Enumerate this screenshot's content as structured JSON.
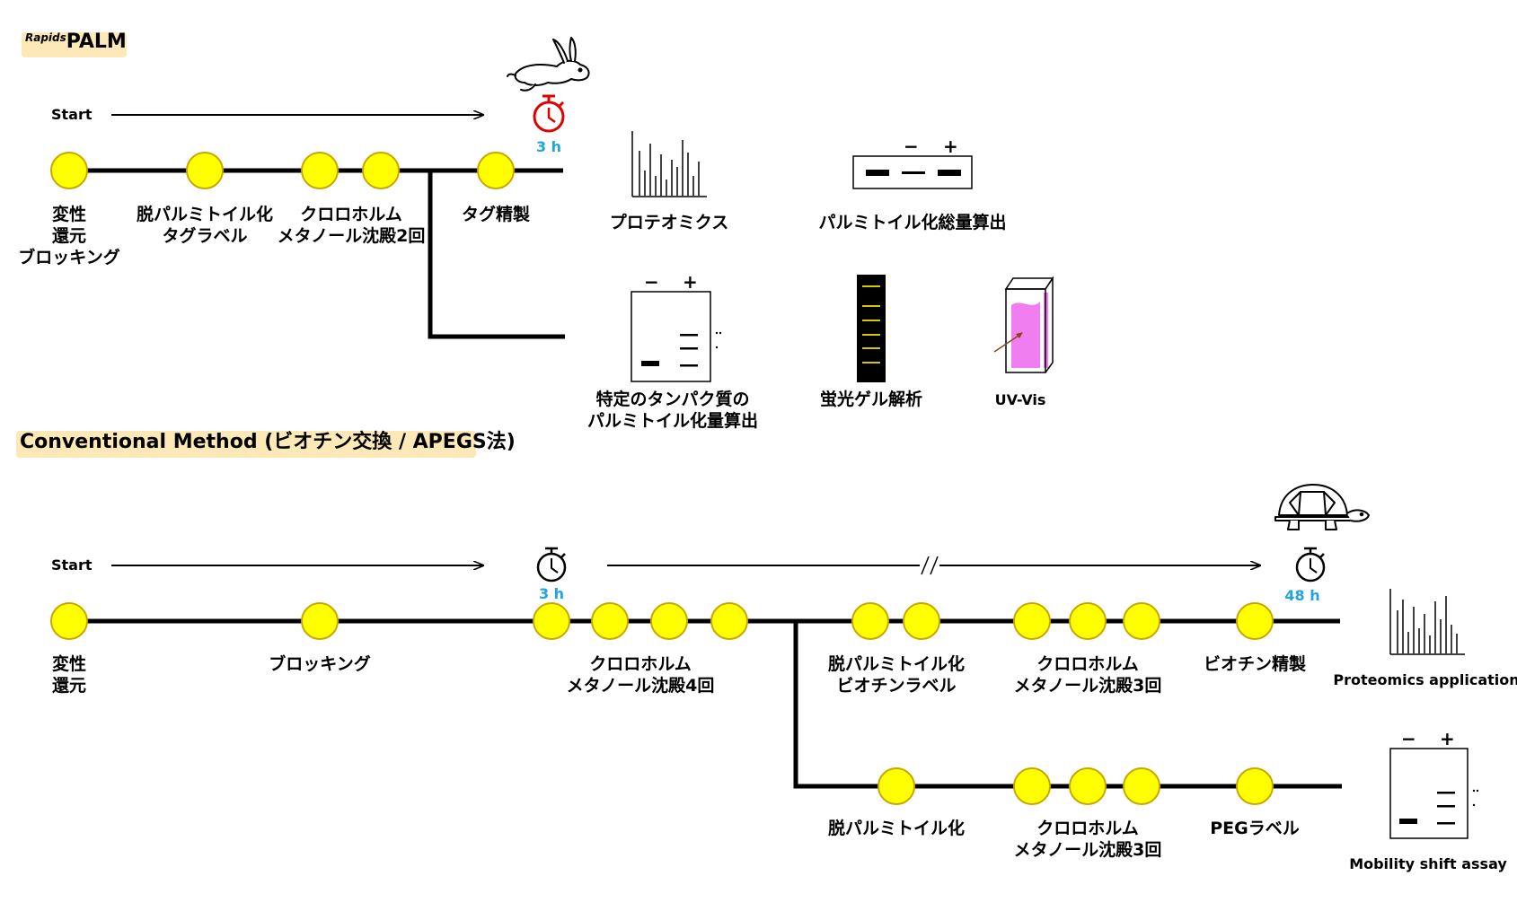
{
  "rapid": {
    "title_super": "Rapids",
    "title_main": "PALM",
    "start": "Start",
    "time": "3 h",
    "steps": [
      [
        "変性",
        "還元",
        "ブロッキング"
      ],
      [
        "脱パルミトイル化",
        "タグラベル"
      ],
      [
        "クロロホルム",
        "メタノール沈殿2回"
      ],
      [
        "タグ精製"
      ]
    ],
    "apps": {
      "proteomics": "プロテオミクス",
      "total": "パルミトイル化総量算出",
      "specific": [
        "特定のタンパク質の",
        "パルミトイル化量算出"
      ],
      "fluorescent": "蛍光ゲル解析",
      "uvvis": "UV-Vis"
    },
    "gel_signs": {
      "minus": "−",
      "plus": "+"
    }
  },
  "conventional": {
    "title": "Conventional Method (ビオチン交換 / APEGS法)",
    "start": "Start",
    "time1": "3 h",
    "time2": "48 h",
    "steps_top": [
      [
        "変性",
        "還元"
      ],
      [
        "ブロッキング"
      ],
      [
        "クロロホルム",
        "メタノール沈殿4回"
      ],
      [
        "脱パルミトイル化",
        "ビオチンラベル"
      ],
      [
        "クロロホルム",
        "メタノール沈殿3回"
      ],
      [
        "ビオチン精製"
      ]
    ],
    "steps_bottom": [
      [
        "脱パルミトイル化"
      ],
      [
        "クロロホルム",
        "メタノール沈殿3回"
      ],
      [
        "PEGラベル"
      ]
    ],
    "apps": {
      "proteomics": "Proteomics application",
      "mobility": "Mobility shift assay"
    },
    "gel_signs": {
      "minus": "−",
      "plus": "+"
    }
  },
  "colors": {
    "node": "#ffff00",
    "node_stroke": "#c8a800",
    "highlight": "#fde9b8",
    "time_text": "#1fa5e0",
    "rapid_stopwatch": "#e00000",
    "pink": "#f07ef0"
  },
  "icons": [
    "rabbit-icon",
    "stopwatch-icon",
    "turtle-icon",
    "bar-spectrum-icon",
    "gel-icon",
    "fluorescent-gel-icon",
    "cuvette-icon"
  ]
}
